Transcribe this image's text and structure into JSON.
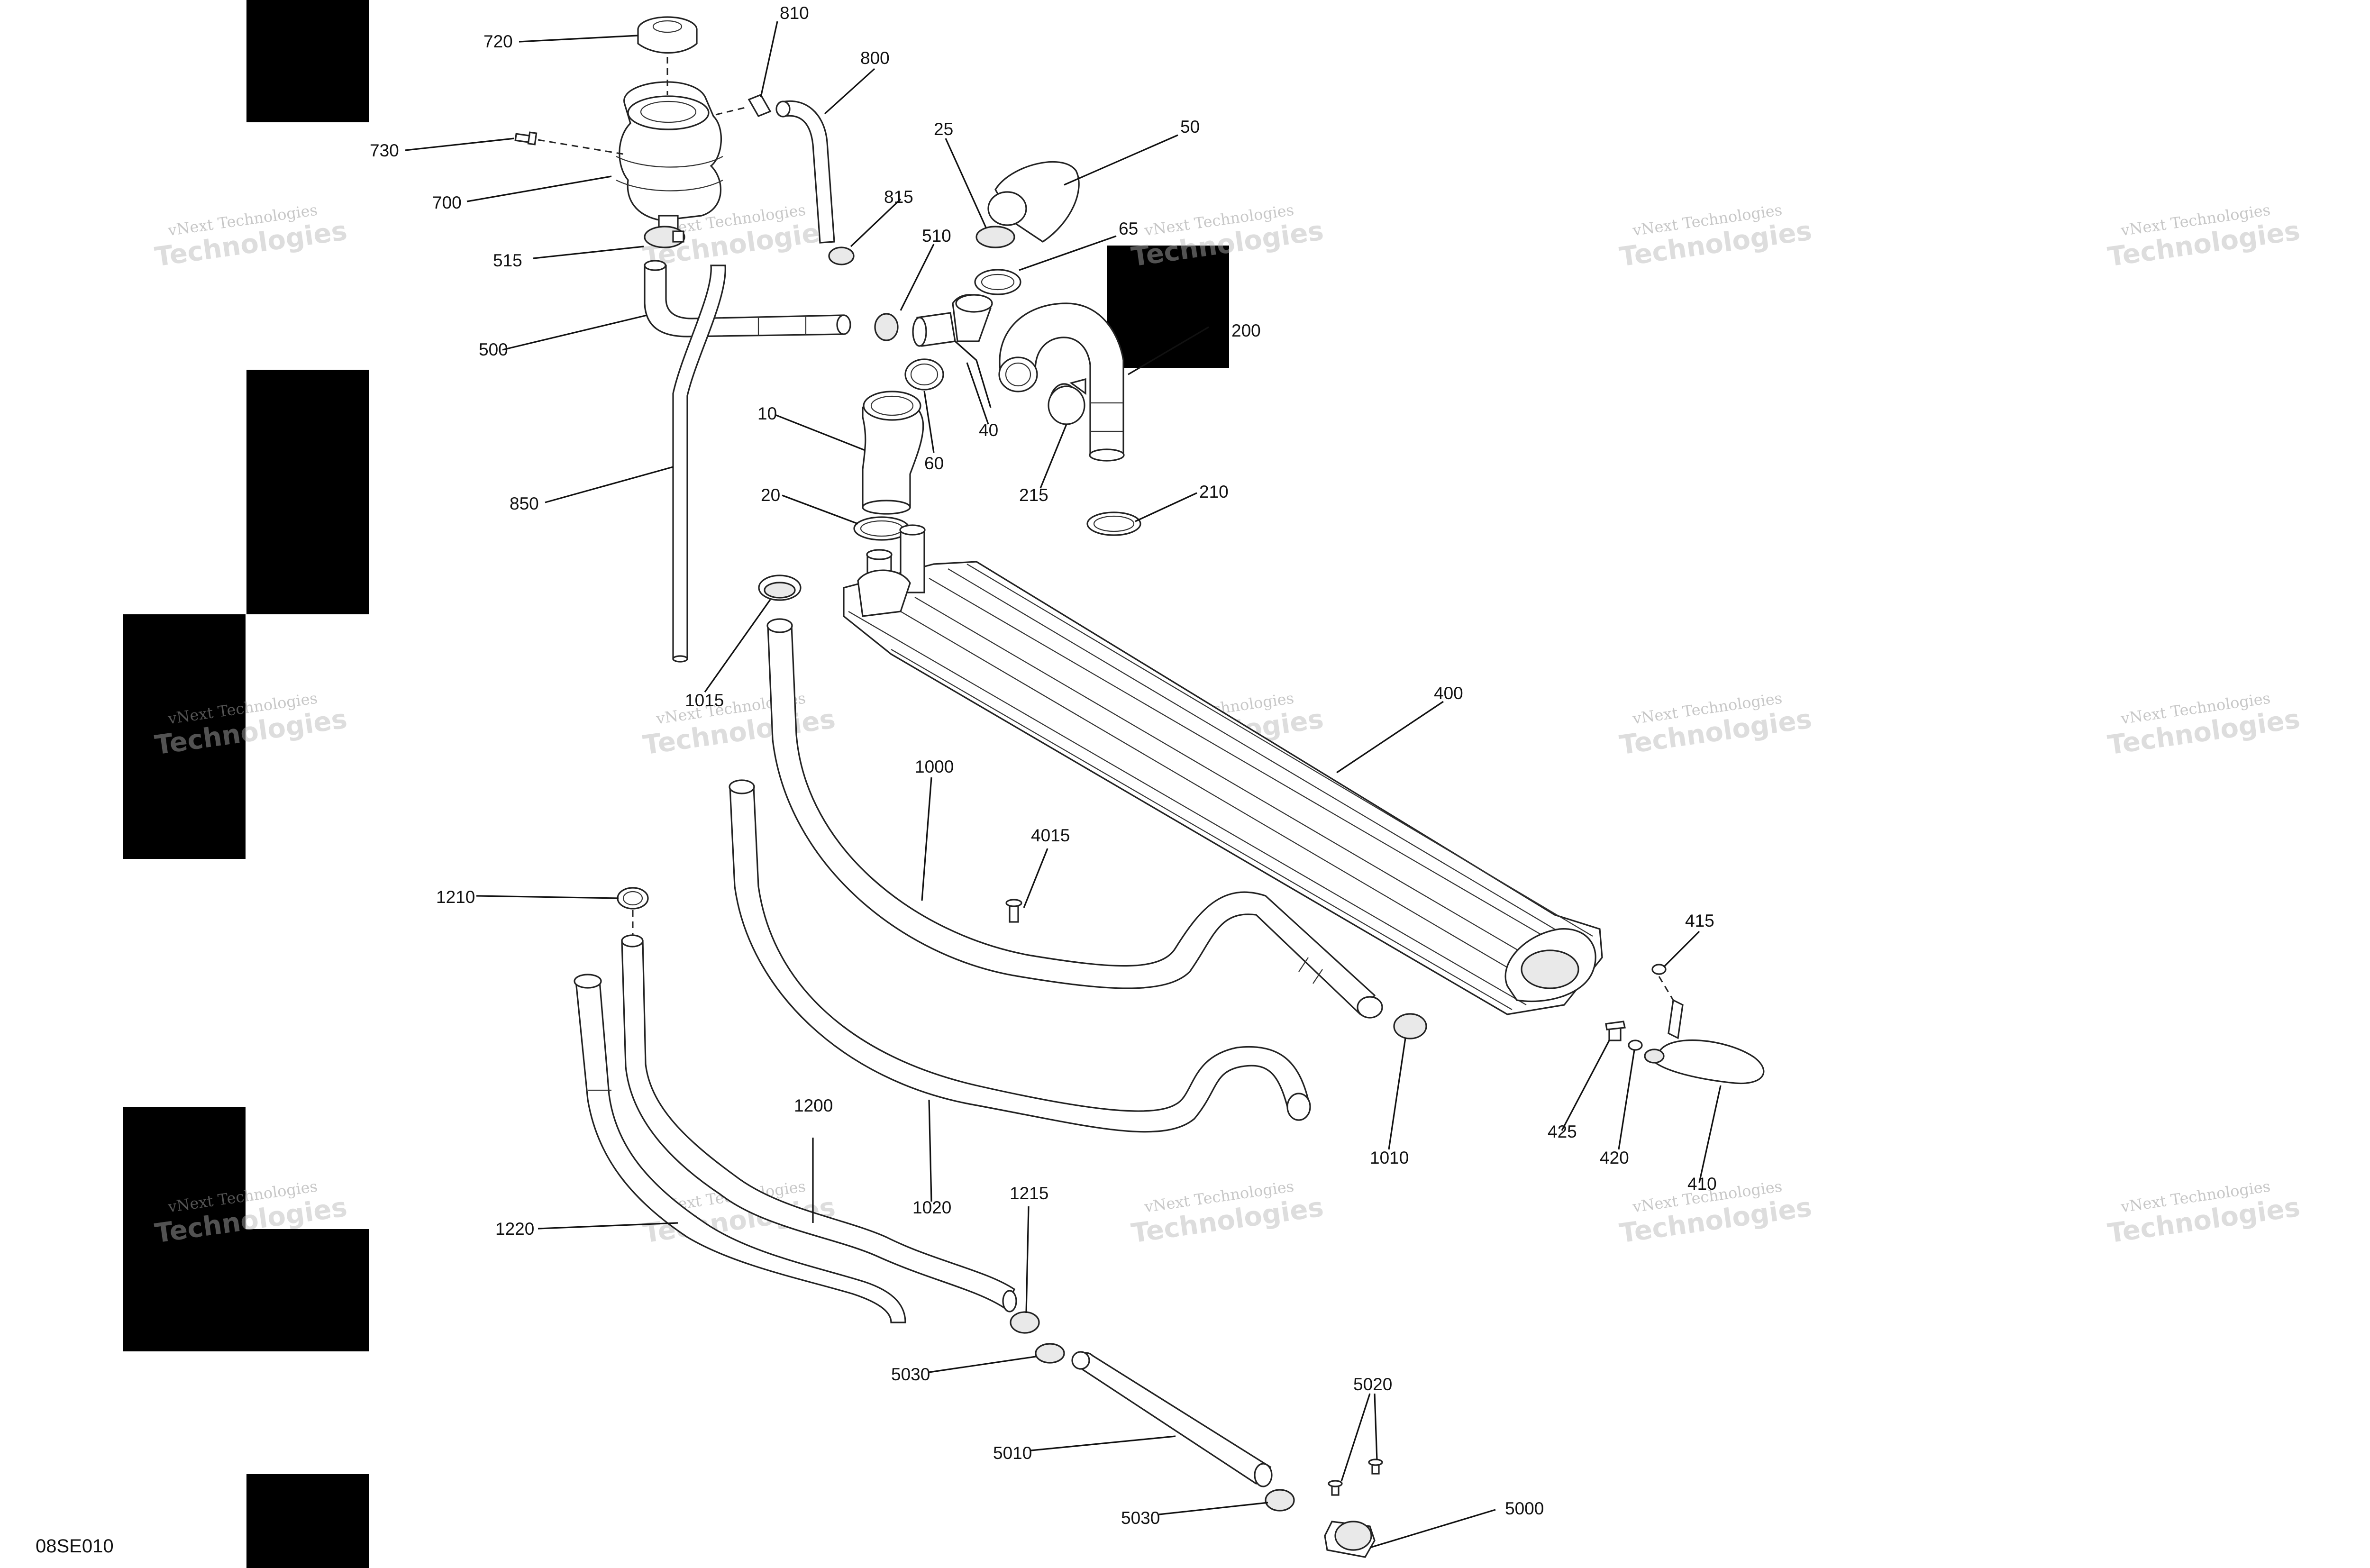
{
  "diagram_code": "08SE010",
  "watermark": {
    "line1": "vNext Technologies",
    "line2": "Technologies"
  },
  "callouts": [
    {
      "id": "720",
      "text": "720"
    },
    {
      "id": "810",
      "text": "810"
    },
    {
      "id": "800",
      "text": "800"
    },
    {
      "id": "730",
      "text": "730"
    },
    {
      "id": "700",
      "text": "700"
    },
    {
      "id": "815",
      "text": "815"
    },
    {
      "id": "515",
      "text": "515"
    },
    {
      "id": "510",
      "text": "510"
    },
    {
      "id": "500",
      "text": "500"
    },
    {
      "id": "25",
      "text": "25"
    },
    {
      "id": "50",
      "text": "50"
    },
    {
      "id": "65",
      "text": "65"
    },
    {
      "id": "200",
      "text": "200"
    },
    {
      "id": "10",
      "text": "10"
    },
    {
      "id": "40",
      "text": "40"
    },
    {
      "id": "60",
      "text": "60"
    },
    {
      "id": "215",
      "text": "215"
    },
    {
      "id": "210",
      "text": "210"
    },
    {
      "id": "20",
      "text": "20"
    },
    {
      "id": "850",
      "text": "850"
    },
    {
      "id": "1015",
      "text": "1015"
    },
    {
      "id": "400",
      "text": "400"
    },
    {
      "id": "1000",
      "text": "1000"
    },
    {
      "id": "4015",
      "text": "4015"
    },
    {
      "id": "1210",
      "text": "1210"
    },
    {
      "id": "415",
      "text": "415"
    },
    {
      "id": "1200",
      "text": "1200"
    },
    {
      "id": "1020",
      "text": "1020"
    },
    {
      "id": "1010",
      "text": "1010"
    },
    {
      "id": "425",
      "text": "425"
    },
    {
      "id": "420",
      "text": "420"
    },
    {
      "id": "410",
      "text": "410"
    },
    {
      "id": "1215",
      "text": "1215"
    },
    {
      "id": "1220",
      "text": "1220"
    },
    {
      "id": "5030a",
      "text": "5030"
    },
    {
      "id": "5010",
      "text": "5010"
    },
    {
      "id": "5020",
      "text": "5020"
    },
    {
      "id": "5030b",
      "text": "5030"
    },
    {
      "id": "5000",
      "text": "5000"
    }
  ]
}
